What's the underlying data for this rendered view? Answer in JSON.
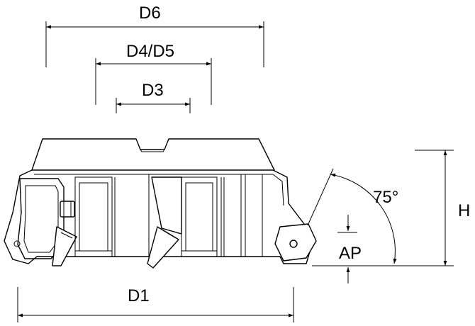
{
  "labels": {
    "d6": "D6",
    "d4_d5": "D4/D5",
    "d3": "D3",
    "d1": "D1",
    "h": "H",
    "ap": "AP",
    "angle": "75°"
  }
}
